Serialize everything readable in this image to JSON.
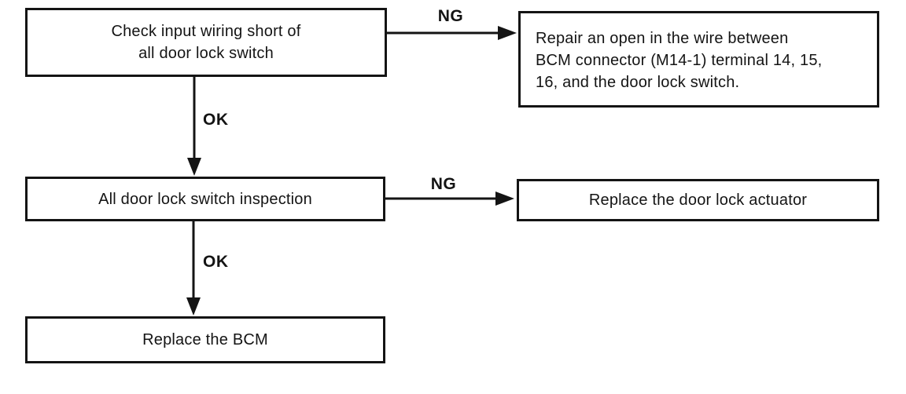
{
  "colors": {
    "background": "#ffffff",
    "ink": "#141414"
  },
  "diagram": {
    "nodes": {
      "check_wiring": {
        "line1": "Check input wiring short of",
        "line2": "all door lock switch"
      },
      "repair_wire": {
        "line1": "Repair an open in the wire between",
        "line2": "BCM connector (M14-1) terminal 14, 15,",
        "line3": "16, and the door lock switch."
      },
      "inspection": {
        "text": "All door lock switch inspection"
      },
      "replace_actuator": {
        "text": "Replace the door lock actuator"
      },
      "replace_bcm": {
        "text": "Replace the BCM"
      }
    },
    "edge_labels": {
      "ng_top": "NG",
      "ok_top": "OK",
      "ng_mid": "NG",
      "ok_bottom": "OK"
    }
  }
}
